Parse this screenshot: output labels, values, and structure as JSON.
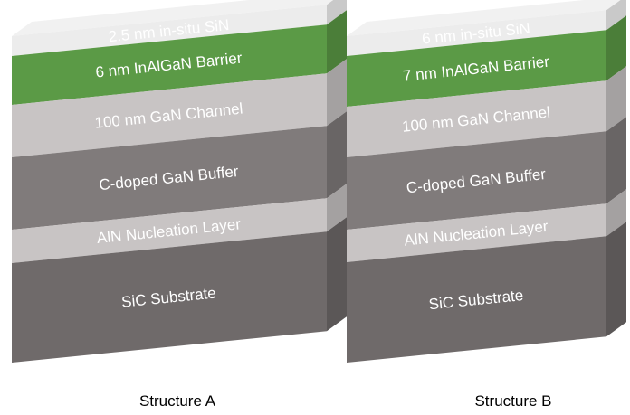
{
  "structures": [
    {
      "caption": "Structure A",
      "layers": [
        {
          "label": "2.5 nm in-situ SiN",
          "color": "#ececec"
        },
        {
          "label": "6 nm InAlGaN Barrier",
          "color": "#5b9a46"
        },
        {
          "label": "100 nm GaN Channel",
          "color": "#c8c4c4"
        },
        {
          "label": "C-doped GaN Buffer",
          "color": "#807b7b"
        },
        {
          "label": "AlN Nucleation Layer",
          "color": "#c8c4c4"
        },
        {
          "label": "SiC Substrate",
          "color": "#6f6a6a"
        }
      ]
    },
    {
      "caption": "Structure B",
      "layers": [
        {
          "label": "6 nm in-situ SiN",
          "color": "#ececec"
        },
        {
          "label": "7 nm InAlGaN Barrier",
          "color": "#5b9a46"
        },
        {
          "label": "100 nm GaN Channel",
          "color": "#c8c4c4"
        },
        {
          "label": "C-doped GaN Buffer",
          "color": "#807b7b"
        },
        {
          "label": "AlN Nucleation Layer",
          "color": "#c8c4c4"
        },
        {
          "label": "SiC Substrate",
          "color": "#6f6a6a"
        }
      ]
    }
  ]
}
